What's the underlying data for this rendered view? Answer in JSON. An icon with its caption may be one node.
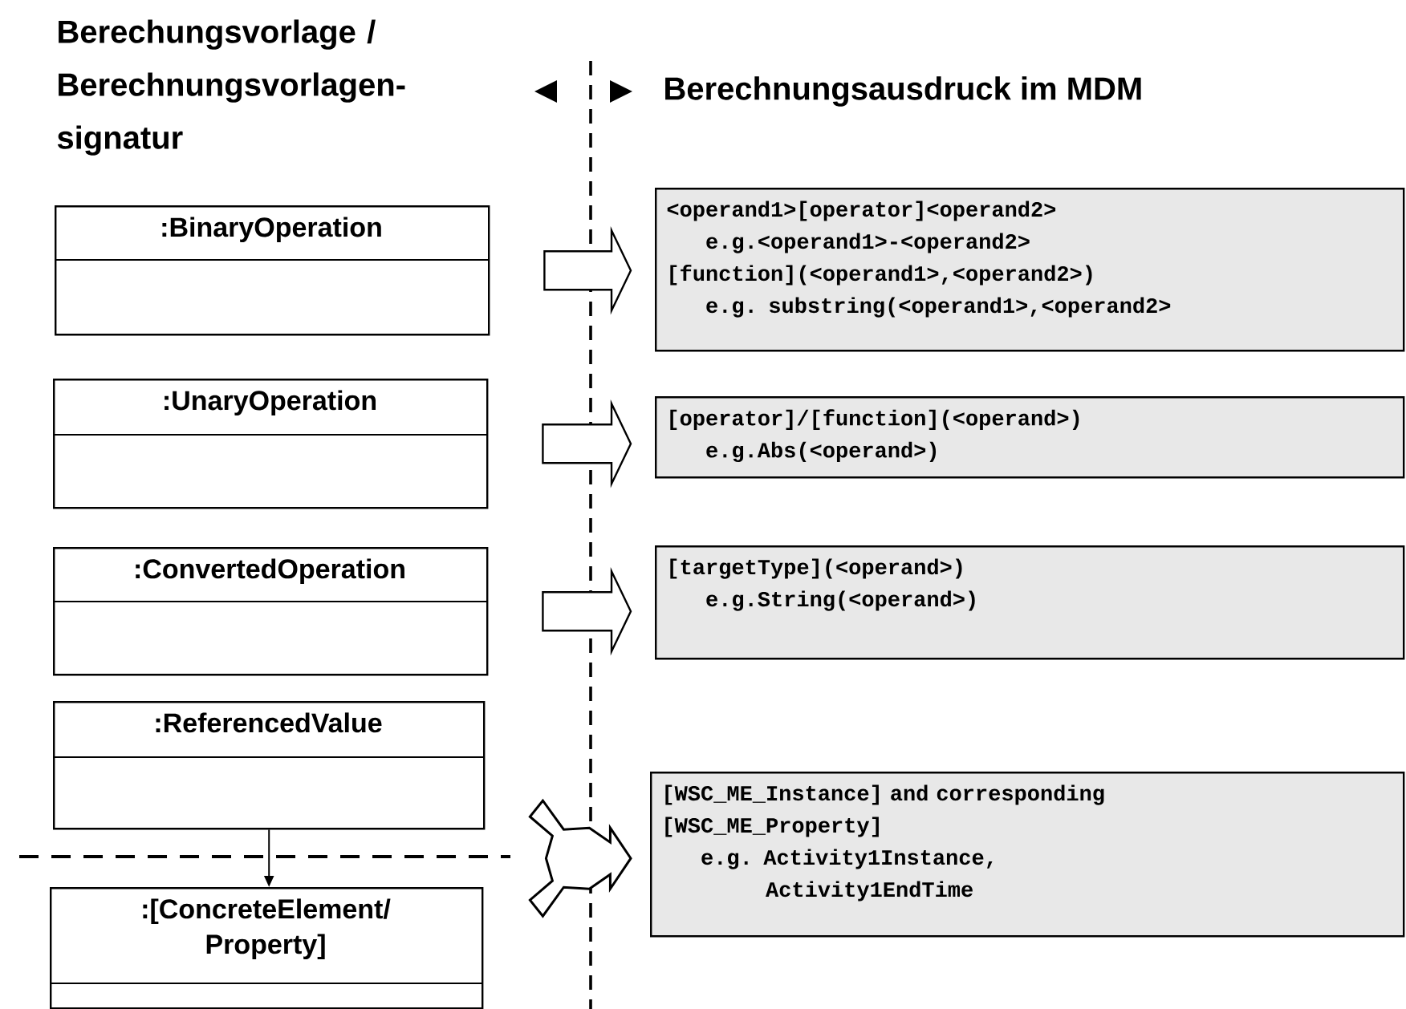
{
  "diagram": {
    "nodes": [
      {
        "text": [
          ":BinaryOperation"
        ]
      },
      {
        "text": [
          ":UnaryOperation"
        ]
      },
      {
        "text": [
          ":ConvertedOperation"
        ]
      },
      {
        "text": [
          ":ReferencedValue"
        ]
      },
      {
        "text": [
          ":[ConcreteElement/ Property]"
        ]
      },
      {
        "text": [
          "<operand1>[operator]<operand2>",
          "e.g.<operand1>-<operand2>",
          "[function](<operand1>,<operand2>)",
          "e.g. substring(<operand1>,<operand2>"
        ]
      },
      {
        "text": [
          "[operator]/[function](<operand>)",
          "e.g.Abs(<operand>)"
        ]
      },
      {
        "text": [
          "[targetType](<operand>)",
          "e.g.String(<operand>)"
        ]
      },
      {
        "text": [
          "[WSC_ME_Instance] and corresponding [WSC_ME_Property]",
          "e.g. Activity1Instance, Activity1EndTime"
        ]
      }
    ],
    "edges": [
      {
        "from": 0,
        "to": 5,
        "arrow": "to"
      },
      {
        "from": 1,
        "to": 6,
        "arrow": "to"
      },
      {
        "from": 2,
        "to": 7,
        "arrow": "to"
      },
      {
        "from": 3,
        "to": 4,
        "arrow": "to"
      },
      {
        "from": 3,
        "to": 8,
        "arrow": "to"
      },
      {
        "from": 4,
        "to": 8,
        "arrow": "to"
      }
    ],
    "labels": [
      "Berechungsvorlage / Berechnungsvorlagen-signatur",
      "Berechnungsausdruck im MDM"
    ]
  }
}
